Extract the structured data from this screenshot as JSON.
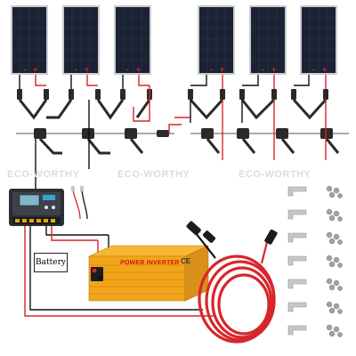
{
  "scene": {
    "watermarks": [
      "ECO-WORTHY",
      "ECO-WORTHY",
      "ECO-WORTHY"
    ],
    "battery_label": "Battery",
    "inverter": {
      "title": "POWER INVERTER",
      "mark": "CE"
    },
    "panels": {
      "count": 6,
      "polarity": [
        "-",
        "+"
      ]
    },
    "colors": {
      "wire_red": "#d7262b",
      "wire_black": "#111111",
      "panel_frame": "#c9ccd1",
      "panel_cell": "#1b2233",
      "inverter_orange": "#f2a51a",
      "controller_blue": "#3aa0d6",
      "bracket_gray": "#c4c7cb"
    }
  }
}
